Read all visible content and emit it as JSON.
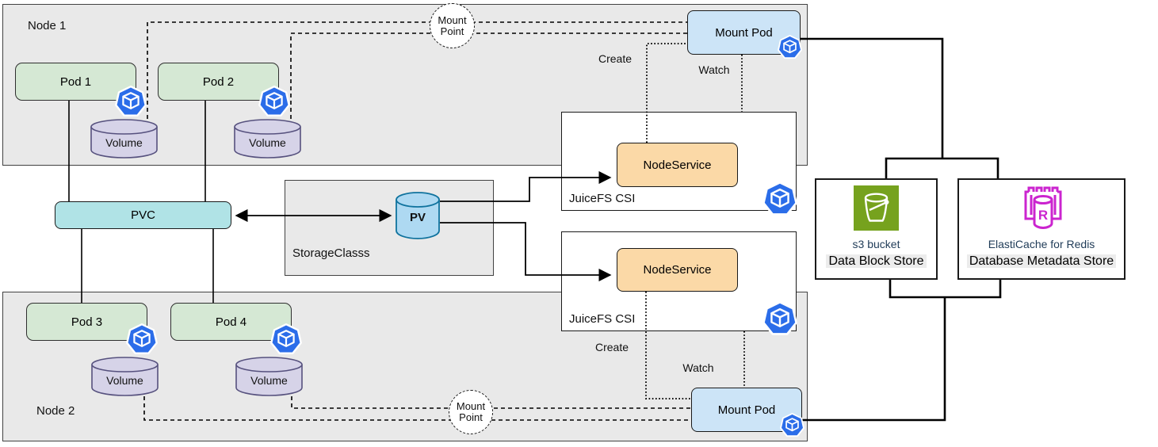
{
  "colors": {
    "k8s_blue": "#2B6DE9",
    "pod_green": "#D5E8D4",
    "volume_purple": "#D6D3E8",
    "pvc_teal": "#B0E3E6",
    "pv_blue": "#AED9F2",
    "node_service_orange": "#FBD9A7",
    "mount_pod_blue": "#CCE4F7",
    "node_gray": "#E9E9E9",
    "s3_green": "#76A21E",
    "redis_magenta": "#CB24CF",
    "aws_label_navy": "#1F3B57"
  },
  "nodes": {
    "node1": "Node 1",
    "node2": "Node 2"
  },
  "pods": [
    "Pod 1",
    "Pod 2",
    "Pod 3",
    "Pod 4"
  ],
  "volume": "Volume",
  "pvc": "PVC",
  "pv": "PV",
  "storage_class": "StorageClasss",
  "juicefs": {
    "box_label": "JuiceFS CSI",
    "node_service": "NodeService"
  },
  "mount_pod": "Mount Pod",
  "mount_point": {
    "line1": "Mount",
    "line2": "Point"
  },
  "edge_labels": {
    "create": "Create",
    "watch": "Watch"
  },
  "aws": {
    "s3": {
      "name": "s3 bucket",
      "role": "Data Block Store"
    },
    "redis": {
      "name": "ElastiCache for Redis",
      "role": "Database Metadata Store"
    }
  }
}
